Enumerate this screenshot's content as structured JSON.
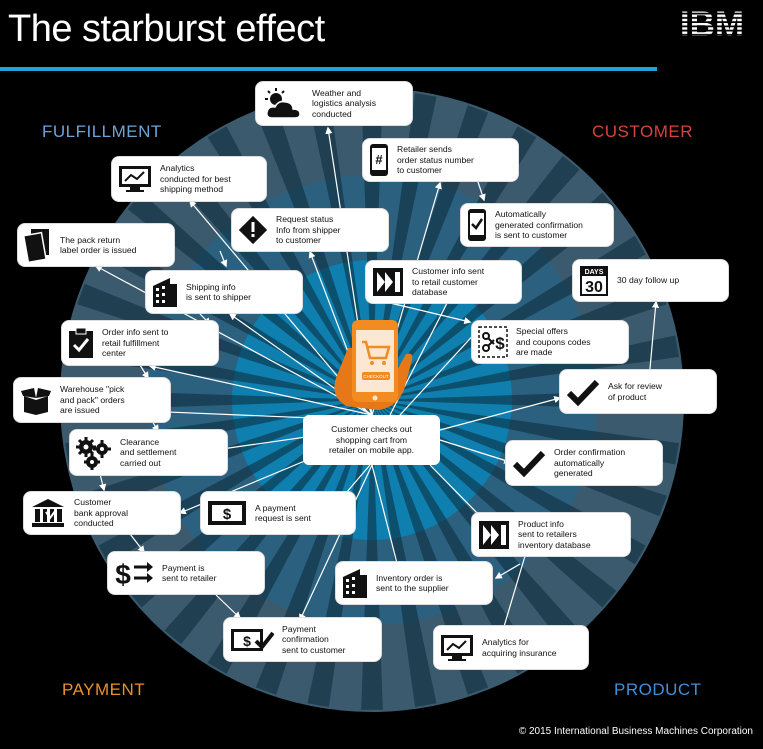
{
  "header": {
    "title": "The starburst effect",
    "logo_text": "IBM",
    "accent_color": "#1fa3dc"
  },
  "quadrants": {
    "fulfillment": "FULFILLMENT",
    "customer": "CUSTOMER",
    "payment": "PAYMENT",
    "product": "PRODUCT"
  },
  "colors": {
    "fulfillment": "#6fa3d8",
    "customer": "#d9433a",
    "payment": "#e98f2d",
    "product": "#3f8fd8",
    "ring_outer": "#3b5a6e",
    "ring_mid": "#2b617f",
    "ring_inner": "#0e7fae",
    "phone": "#f28b22"
  },
  "center": {
    "text": "Customer checks out\nshopping cart from\nretailer on mobile app.",
    "phone_screen_text": "CHECKOUT"
  },
  "nodes": {
    "weather": "Weather and\nlogistics analysis\nconducted",
    "retailer_sends": "Retailer sends\norder status number\nto customer",
    "auto_confirm": "Automatically\ngenerated confirmation\nis sent to customer",
    "analytics_shipping": "Analytics\nconducted for best\nshipping method",
    "request_status": "Request status\nInfo from shipper\nto customer",
    "pack_return": "The pack return\nlabel order is issued",
    "customer_info": "Customer info sent\nto retail customer\ndatabase",
    "follow_up": "30 day follow up",
    "follow_up_days": "DAYS",
    "follow_up_num": "30",
    "shipping_info": "Shipping info\nis sent to shipper",
    "order_info": "Order info sent to\nretail fulfillment\ncenter",
    "special_offers": "Special offers\nand coupons codes\nare made",
    "warehouse": "Warehouse \"pick\nand pack\" orders\nare issued",
    "ask_review": "Ask for review\nof product",
    "clearance": "Clearance\nand settlement\ncarried out",
    "order_confirm": "Order confirmation\nautomatically\ngenerated",
    "bank": "Customer\nbank approval\nconducted",
    "payment_request": "A payment\nrequest is sent",
    "product_info": "Product info\nsent to retailers\ninventory database",
    "payment_sent": "Payment is\nsent to retailer",
    "inventory": "Inventory order is\nsent to the supplier",
    "payment_confirm": "Payment\nconfirmation\nsent to customer",
    "analytics_insurance": "Analytics for\nacquiring insurance"
  },
  "footer": {
    "copyright": "© 2015 International Business Machines Corporation"
  }
}
